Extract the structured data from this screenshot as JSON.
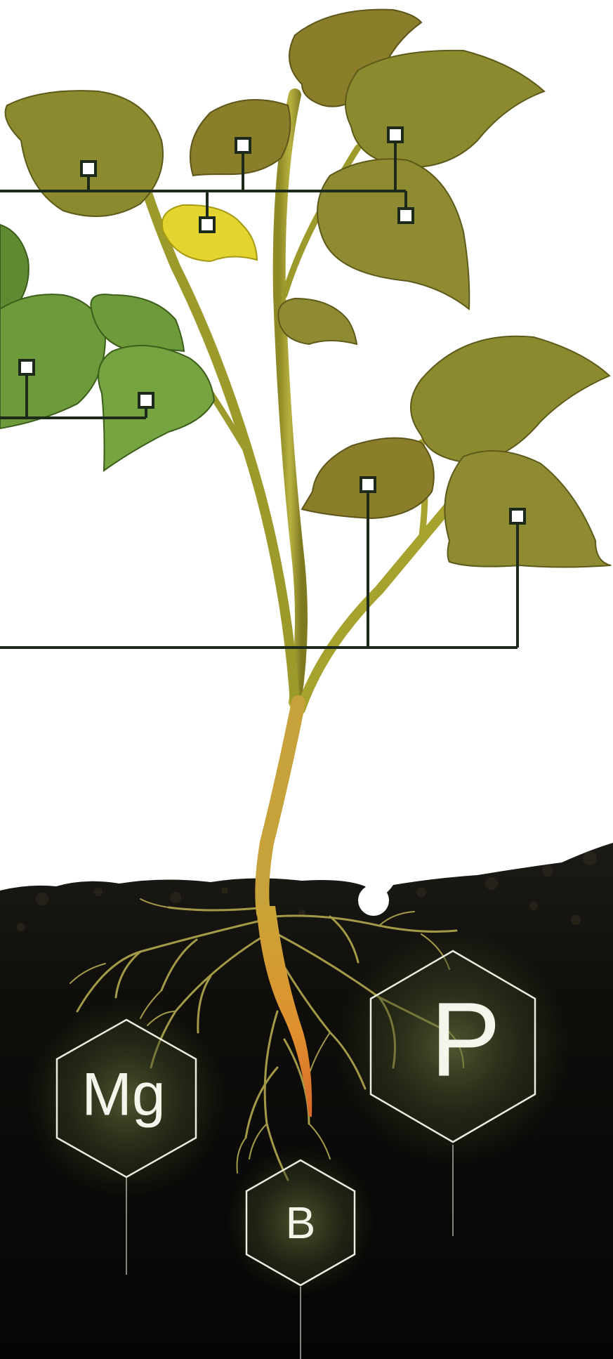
{
  "nutrients": [
    {
      "id": "mg",
      "symbol": "Mg"
    },
    {
      "id": "b",
      "symbol": "B"
    },
    {
      "id": "p",
      "symbol": "P"
    }
  ],
  "colors": {
    "background": "#ffffff",
    "soil": "#0b0b09",
    "leaf_olive": "#8c8a2e",
    "leaf_olive_dark": "#6f6a1e",
    "leaf_green": "#6d9a3a",
    "leaf_yellow": "#e3d430",
    "stem": "#a6a22e",
    "taproot": "#e0902e",
    "roots": "#a39a48",
    "callout_line": "#1d2a1a",
    "hexagon_stroke": "#e8ede0",
    "nutrient_text": "#f4f6ec"
  }
}
